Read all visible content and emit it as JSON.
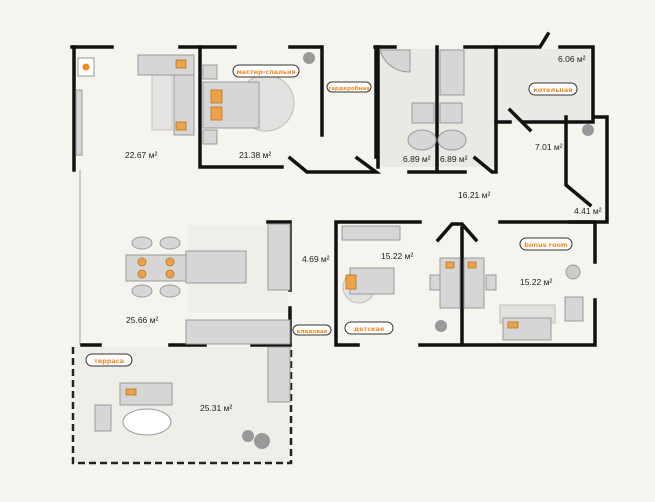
{
  "rooms": {
    "living": {
      "area": "22.67 м²"
    },
    "master_bedroom": {
      "label": "мастер-спальня",
      "area": "21.38 м²"
    },
    "wardrobe": {
      "label": "гардеробная"
    },
    "bath1": {
      "area": "6.89 м²"
    },
    "bath2": {
      "area": "6.89 м²"
    },
    "boiler": {
      "label": "котельная",
      "area": "6.06 м²"
    },
    "vestibule": {
      "area": "7.01 м²"
    },
    "hall": {
      "area": "16.21 м²"
    },
    "closet": {
      "area": "4.41 м²"
    },
    "kitchen": {
      "area": "25.66 м²"
    },
    "storage": {
      "label": "кладовая",
      "area": "4.69 м²"
    },
    "kids": {
      "label": "детская",
      "area": "15.22 м²"
    },
    "bonus": {
      "label": "bonus room",
      "area": "15.22 м²"
    },
    "terrace": {
      "label": "терраса",
      "area": "25.31 м²"
    }
  },
  "colors": {
    "accent": "#f08a24",
    "wall": "#111111",
    "background": "#f6f4ef"
  }
}
